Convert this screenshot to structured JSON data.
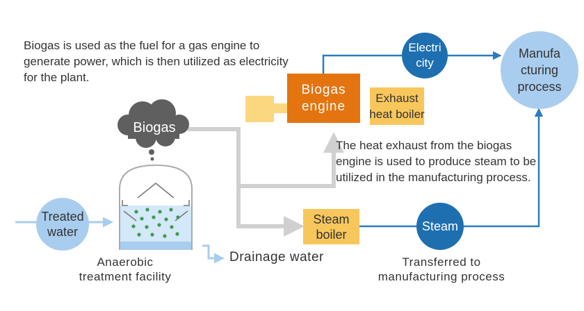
{
  "intro_text": "Biogas is used as the fuel for a gas engine to generate power, which is then utilized as electricity for the plant.",
  "heat_note": "The heat exhaust from the biogas engine is used to produce steam to be utilized in the manufacturing process.",
  "nodes": {
    "biogas_cloud": "Biogas",
    "treated_water_1": "Treated",
    "treated_water_2": "water",
    "biogas_engine_1": "Biogas",
    "biogas_engine_2": "engine",
    "exhaust_boiler_1": "Exhaust",
    "exhaust_boiler_2": "heat boiler",
    "electricity_1": "Electri",
    "electricity_2": "city",
    "manufacturing_1": "Manufa",
    "manufacturing_2": "cturing",
    "manufacturing_3": "process",
    "steam_boiler_1": "Steam",
    "steam_boiler_2": "boiler",
    "steam": "Steam"
  },
  "captions": {
    "facility_1": "Anaerobic",
    "facility_2": "treatment facility",
    "drainage": "Drainage water",
    "transfer_1": "Transferred to",
    "transfer_2": "manufacturing process"
  },
  "colors": {
    "blue": "#2a7bbf",
    "dark_blue": "#1e6fb0",
    "light_blue": "#a9cdee",
    "orange": "#e4740f",
    "yellow": "#f8c75c",
    "pale_yellow": "#fbd77f",
    "gray_cloud": "#5f5f5f",
    "gray_pipe": "#d0d0d0",
    "green_dots": "#3f9a4e"
  }
}
